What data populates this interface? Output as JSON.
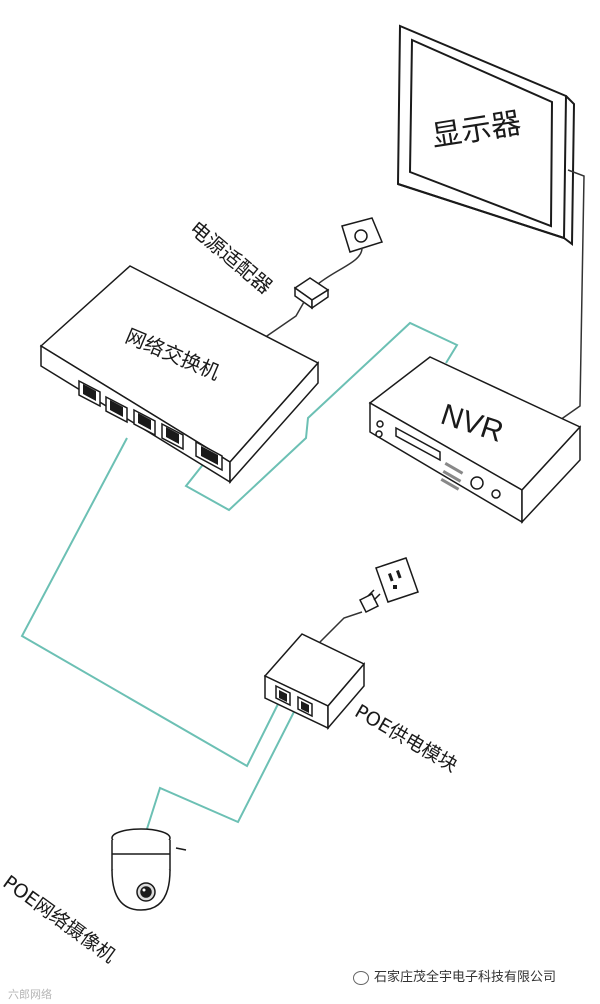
{
  "labels": {
    "display": "显示器",
    "power_adapter": "电源适配器",
    "network_switch": "网络交换机",
    "nvr": "NVR",
    "poe_module": "POE供电模块",
    "poe_camera": "POE网络摄像机"
  },
  "watermarks": {
    "left": "六郎网络",
    "right": "石家庄茂全宇电子科技有限公司"
  },
  "colors": {
    "network_cable": "#6cc0b4",
    "power_cable": "#333333",
    "outline": "#1a1a1a",
    "background": "#ffffff"
  },
  "icons": [
    "monitor-icon",
    "wall-outlet-icon",
    "power-adapter-icon",
    "network-switch-icon",
    "nvr-recorder-icon",
    "poe-injector-icon",
    "power-plug-icon",
    "dome-camera-icon",
    "wechat-icon"
  ]
}
